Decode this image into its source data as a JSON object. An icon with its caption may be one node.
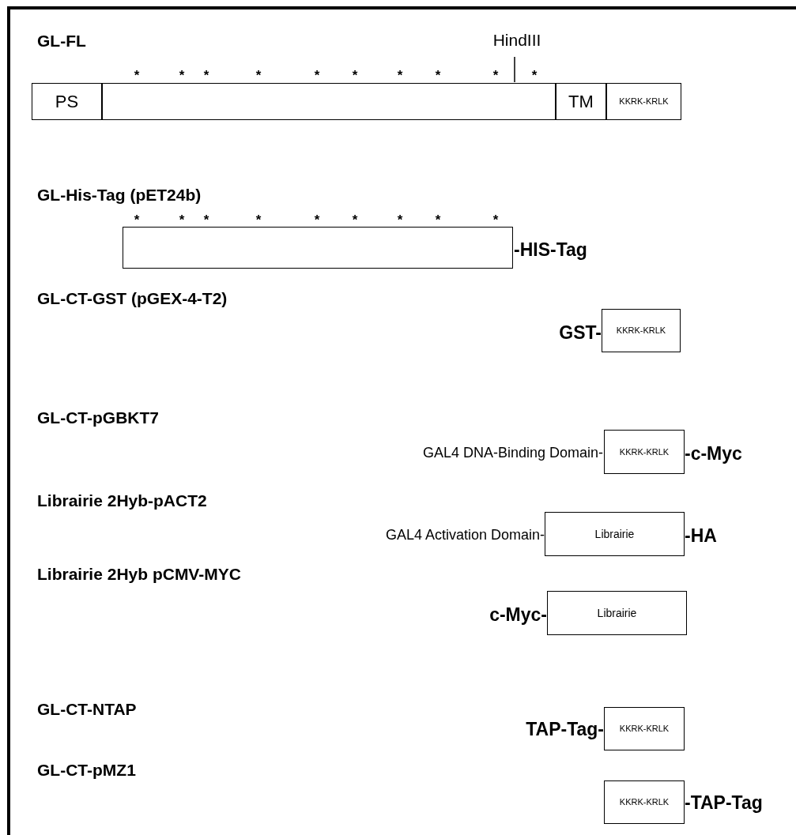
{
  "diagram": {
    "nodes": [
      {
        "text": [
          "PS"
        ]
      },
      {
        "text": [],
        "shape": "box"
      },
      {
        "text": [
          "TM"
        ]
      },
      {
        "text": [
          "KKRK-KRLK"
        ]
      },
      {
        "text": [],
        "shape": "box"
      },
      {
        "text": [
          "KKRK-KRLK"
        ]
      },
      {
        "text": [
          "KKRK-KRLK"
        ]
      },
      {
        "text": [
          "Librairie"
        ]
      },
      {
        "text": [
          "Librairie"
        ]
      },
      {
        "text": [
          "KKRK-KRLK"
        ]
      },
      {
        "text": [
          "KKRK-KRLK"
        ]
      }
    ],
    "labels": [
      "GL-FL",
      "HindIII",
      "*",
      "*",
      "*",
      "*",
      "*",
      "*",
      "*",
      "*",
      "*",
      "*",
      "GL-His-Tag (pET24b)",
      "*",
      "*",
      "*",
      "*",
      "*",
      "*",
      "*",
      "*",
      "*",
      "-HIS-Tag",
      "GL-CT-GST (pGEX-4-T2)",
      "GST-",
      "GL-CT-pGBKT7",
      "GAL4 DNA-Binding Domain-",
      "-c-Myc",
      "Librairie 2Hyb-pACT2",
      "GAL4 Activation Domain-",
      "-HA",
      "Librairie 2Hyb pCMV-MYC",
      "c-Myc-",
      "GL-CT-NTAP",
      "TAP-Tag-",
      "GL-CT-pMZ1",
      "-TAP-Tag"
    ]
  }
}
